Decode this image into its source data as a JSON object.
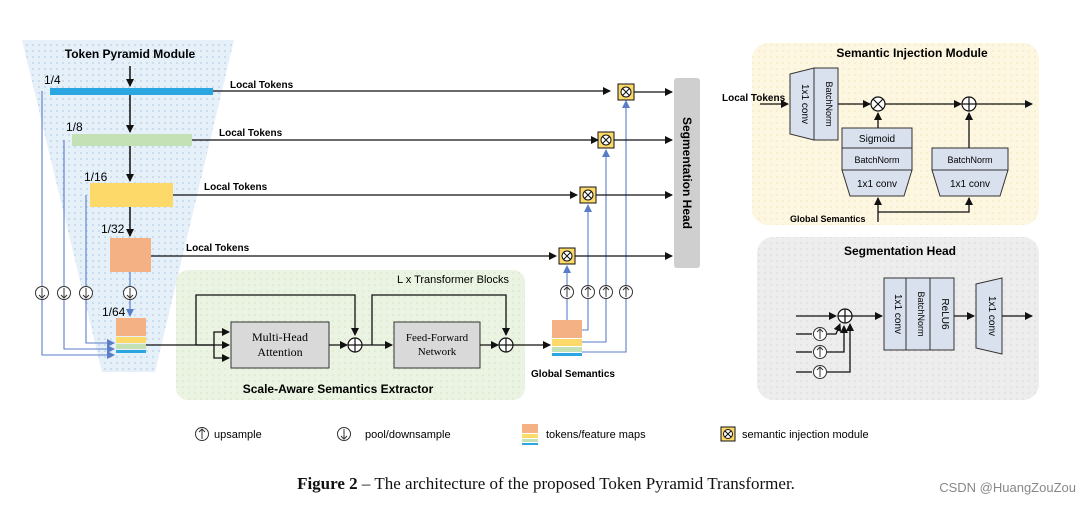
{
  "pyramid": {
    "title": "Token Pyramid Module",
    "scales": [
      "1/4",
      "1/8",
      "1/16",
      "1/32",
      "1/64"
    ],
    "local_tokens_label": "Local Tokens"
  },
  "extractor": {
    "title": "Scale-Aware Semantics Extractor",
    "blocks_label": "L x Transformer Blocks",
    "attention_line1": "Multi-Head",
    "attention_line2": "Attention",
    "ffn_line1": "Feed-Forward",
    "ffn_line2": "Network",
    "output_label": "Global Semantics"
  },
  "segmentation_head_label": "Segmentation Head",
  "sim_panel": {
    "title": "Semantic Injection Module",
    "input_label": "Local Tokens",
    "conv_label": "1x1 conv",
    "batchnorm_label": "BatchNorm",
    "sigmoid_label": "Sigmoid",
    "global_label": "Global Semantics"
  },
  "seg_panel": {
    "title": "Segmentation Head",
    "conv_label": "1x1 conv",
    "batchnorm_label": "BatchNorm",
    "relu_label": "ReLU6"
  },
  "legend": {
    "upsample": "upsample",
    "pool": "pool/downsample",
    "tokens": "tokens/feature maps",
    "sim": "semantic injection module"
  },
  "caption": {
    "label": "Figure 2",
    "text": " – The architecture of the proposed Token Pyramid Transformer."
  },
  "watermark": "CSDN @HuangZouZou",
  "colors": {
    "blue_bar": "#2aa7e0",
    "green_bar": "#c4e0b5",
    "yellow_bar": "#fdd96a",
    "orange_block": "#f4b183",
    "pyramid_fill": "#e3eef8",
    "extractor_bg": "#ebf3e2",
    "sim_bg": "#fdf6e0",
    "seg_bg": "#ececec",
    "box_fill": "#d9e1ee",
    "gray_block": "#cfcfcf",
    "arrow_blue": "#5a7dc8"
  }
}
